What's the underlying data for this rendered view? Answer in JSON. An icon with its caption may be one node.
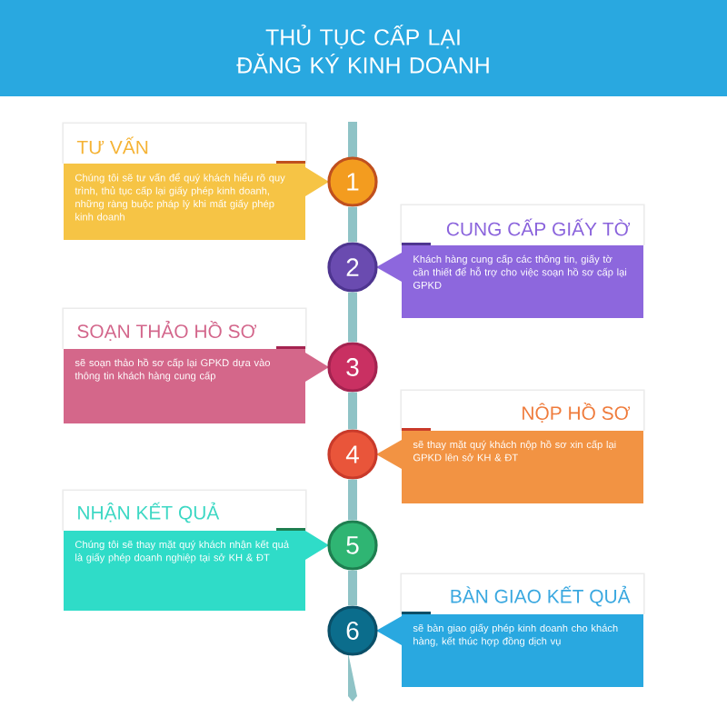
{
  "diagram": {
    "title": "THỦ TỤC CẤP LẠI ĐĂNG KÝ KINH DOANH",
    "nodes": [
      {
        "text": [
          "TƯ VẤN",
          "Chúng tôi sẽ tư vấn để quý khách hiểu rõ quy trình, thủ tục cấp lại giấy phép kinh doanh, những ràng buộc pháp lý khi mất giấy phép kinh doanh"
        ]
      },
      {
        "text": [
          "1"
        ]
      },
      {
        "text": [
          "CUNG CẤP GIẤY TỜ",
          "Khách hàng cung cấp các thông tin, giấy tờ cần thiết để hỗ trợ cho việc soạn hồ sơ cấp lại GPKD"
        ]
      },
      {
        "text": [
          "2"
        ]
      },
      {
        "text": [
          "SOẠN THẢO HỒ SƠ",
          "sẽ soạn thảo hồ sơ cấp lại GPKD dựa vào thông tin khách hàng cung cấp"
        ]
      },
      {
        "text": [
          "3"
        ]
      },
      {
        "text": [
          "NỘP HỒ SƠ",
          "sẽ thay mặt quý khách nộp hồ sơ xin cấp lại GPKD lên sở KH & ĐT"
        ]
      },
      {
        "text": [
          "4"
        ]
      },
      {
        "text": [
          "NHẬN KẾT QUẢ",
          "Chúng tôi sẽ thay mặt quý khách nhận kết quả là giấy phép doanh nghiệp tại sở KH & ĐT"
        ]
      },
      {
        "text": [
          "5"
        ]
      },
      {
        "text": [
          "BÀN GIAO KẾT QUẢ",
          "sẽ bàn giao giấy phép kinh doanh cho khách hàng, kết thúc hợp đồng dịch vụ"
        ]
      },
      {
        "text": [
          "6"
        ]
      }
    ],
    "edges": [
      {
        "from": 1,
        "to": 3,
        "arrow": "none"
      },
      {
        "from": 3,
        "to": 5,
        "arrow": "none"
      },
      {
        "from": 5,
        "to": 7,
        "arrow": "none"
      },
      {
        "from": 7,
        "to": 9,
        "arrow": "none"
      },
      {
        "from": 9,
        "to": 11,
        "arrow": "none"
      }
    ]
  }
}
